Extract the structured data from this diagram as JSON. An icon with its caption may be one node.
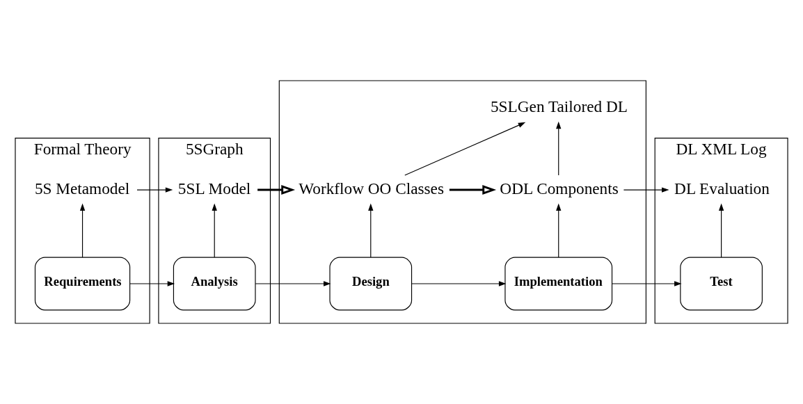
{
  "diagram": {
    "nodes": [
      {
        "text": [
          "Formal Theory"
        ]
      },
      {
        "text": [
          "5S Metamodel"
        ],
        "in": 0
      },
      {
        "text": [
          "Requirements"
        ],
        "in": 0
      },
      {
        "text": [
          "5SGraph"
        ]
      },
      {
        "text": [
          "5SL Model"
        ],
        "in": 3
      },
      {
        "text": [
          "Analysis"
        ],
        "in": 3
      },
      {
        "text": [],
        "shape": "box"
      },
      {
        "text": [
          "5SLGen Tailored DL"
        ],
        "in": 6
      },
      {
        "text": [
          "Workflow OO Classes"
        ],
        "in": 6
      },
      {
        "text": [
          "ODL Components"
        ],
        "in": 6
      },
      {
        "text": [
          "Design"
        ],
        "in": 6
      },
      {
        "text": [
          "Implementation"
        ],
        "in": 6
      },
      {
        "text": [
          "DL XML Log"
        ]
      },
      {
        "text": [
          "DL Evaluation"
        ],
        "in": 12
      },
      {
        "text": [
          "Test"
        ],
        "in": 12
      }
    ],
    "edges": [
      {
        "from": 2,
        "to": 1,
        "arrow": "to"
      },
      {
        "from": 1,
        "to": 4,
        "arrow": "to"
      },
      {
        "from": 5,
        "to": 4,
        "arrow": "to"
      },
      {
        "from": 4,
        "to": 8,
        "arrow": "to",
        "style": "thick"
      },
      {
        "from": 8,
        "to": 7,
        "arrow": "to"
      },
      {
        "from": 8,
        "to": 9,
        "arrow": "to",
        "style": "thick"
      },
      {
        "from": 9,
        "to": 7,
        "arrow": "to"
      },
      {
        "from": 9,
        "to": 13,
        "arrow": "to"
      },
      {
        "from": 10,
        "to": 8,
        "arrow": "to"
      },
      {
        "from": 11,
        "to": 9,
        "arrow": "to"
      },
      {
        "from": 14,
        "to": 13,
        "arrow": "to"
      },
      {
        "from": 2,
        "to": 5,
        "arrow": "to"
      },
      {
        "from": 5,
        "to": 10,
        "arrow": "to"
      },
      {
        "from": 10,
        "to": 11,
        "arrow": "to"
      },
      {
        "from": 11,
        "to": 14,
        "arrow": "to"
      }
    ]
  }
}
